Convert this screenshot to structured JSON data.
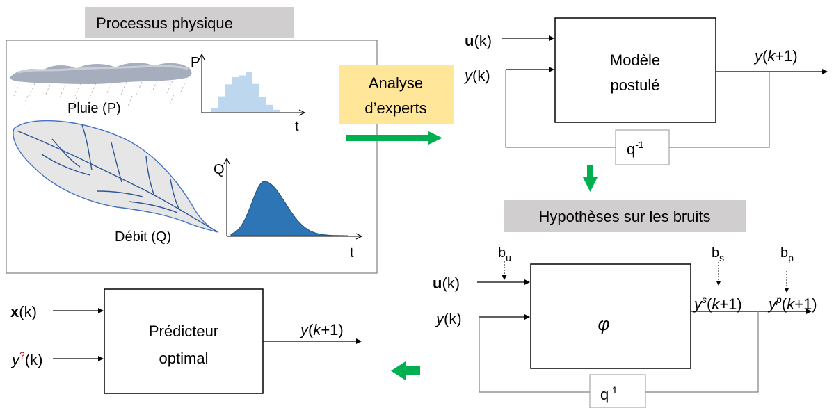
{
  "physical_process": {
    "title": "Processus physique",
    "rain_label": "Pluie (P)",
    "flow_label": "Débit (Q)",
    "rain_chart": {
      "y_axis_label": "P",
      "x_axis_label": "t",
      "bars": [
        0.08,
        0.35,
        0.62,
        0.78,
        0.82,
        0.9,
        0.63,
        0.34,
        0.16,
        0.05
      ],
      "bar_color": "#bdd7ee"
    },
    "flow_chart": {
      "y_axis_label": "Q",
      "x_axis_label": "t",
      "fill_color": "#2e75b6"
    }
  },
  "expert_analysis": {
    "line1": "Analyse",
    "line2": "d’experts",
    "color": "#ffe699"
  },
  "postulated_model": {
    "line1": "Modèle",
    "line2": "postulé",
    "input_u": {
      "symbol": "u",
      "arg": "(k)"
    },
    "input_y": {
      "symbol": "y",
      "arg": "(k)"
    },
    "output": {
      "symbol": "y",
      "open": "(",
      "k": "k",
      "rest": "+1)"
    },
    "delay": {
      "base": "q",
      "exp": "-1"
    }
  },
  "noise_hypotheses": {
    "label": "Hypothèses sur les bruits"
  },
  "phi_model": {
    "function": "φ",
    "input_u": {
      "symbol": "u",
      "arg": "(k)"
    },
    "input_y": {
      "symbol": "y",
      "arg": "(k)"
    },
    "noise_u": {
      "base": "b",
      "sub": "u"
    },
    "noise_s": {
      "base": "b",
      "sub": "s"
    },
    "noise_p": {
      "base": "b",
      "sub": "p"
    },
    "output_s": {
      "symbol": "y",
      "sup": "s",
      "open": "(",
      "k": "k",
      "rest": "+1)"
    },
    "output_p": {
      "symbol": "y",
      "sup": "p",
      "open": "(",
      "k": "k",
      "rest": "+1)"
    },
    "delay": {
      "base": "q",
      "exp": "-1"
    }
  },
  "optimal_predictor": {
    "line1": "Prédicteur",
    "line2": "optimal",
    "input_x": {
      "symbol": "x",
      "arg": "(k)"
    },
    "input_y": {
      "symbol": "y",
      "sup": "?",
      "arg": "(k)"
    },
    "output": {
      "symbol": "y",
      "open": "(",
      "k": "k",
      "rest": "+1)"
    }
  },
  "colors": {
    "label_bg": "#d0cece",
    "arrow_green": "#00b050",
    "question_red": "#e00000"
  }
}
